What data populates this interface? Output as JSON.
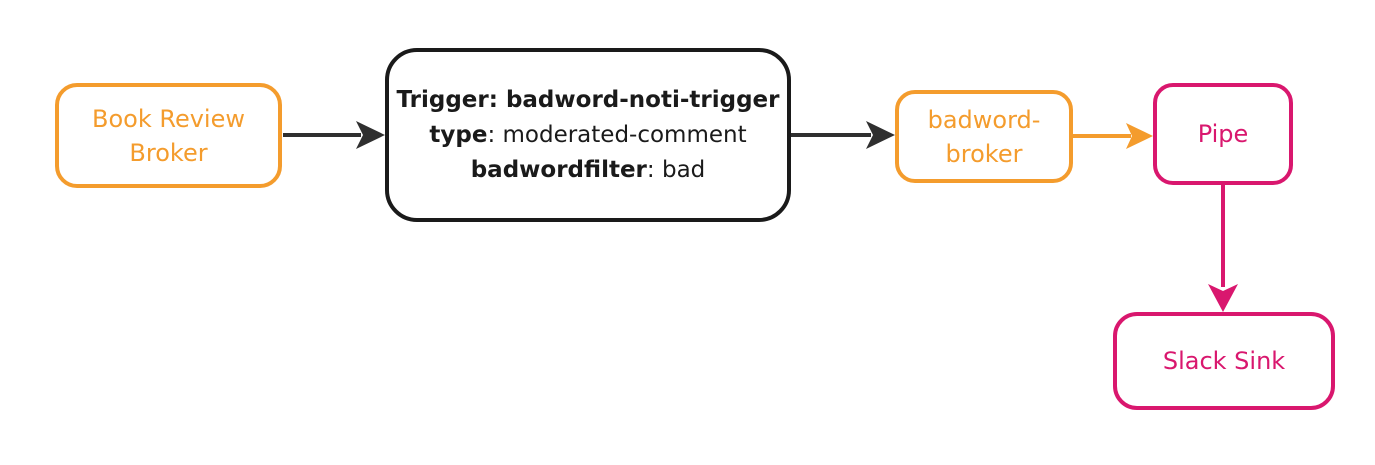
{
  "colors": {
    "orange": "#F49C2D",
    "pink": "#D9176E",
    "black": "#1A1A1A",
    "arrow_dark": "#2F2F2F"
  },
  "nodes": {
    "book_review_broker": {
      "label": "Book Review Broker"
    },
    "trigger": {
      "title": "Trigger: badword-noti-trigger",
      "attr1_key": "type",
      "attr1_value": ": moderated-comment",
      "attr2_key": "badwordfilter",
      "attr2_value": ": bad"
    },
    "badword_broker": {
      "label": "badword-broker"
    },
    "pipe": {
      "label": "Pipe"
    },
    "slack_sink": {
      "label": "Slack Sink"
    }
  }
}
